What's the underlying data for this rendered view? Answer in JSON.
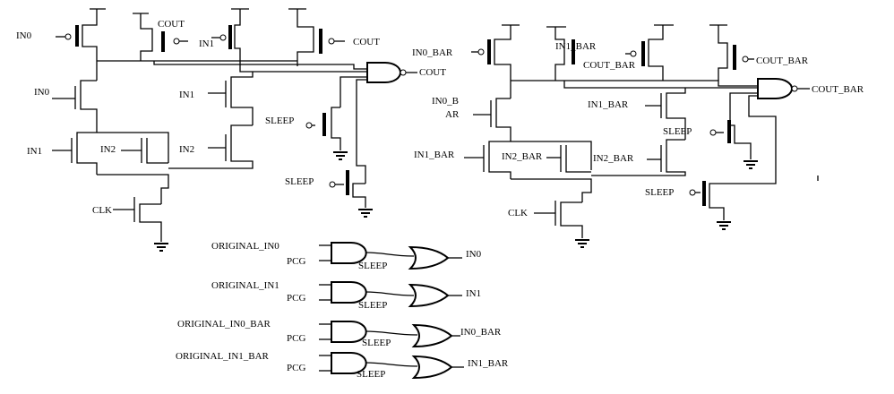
{
  "left_circuit": {
    "in0_top": "IN0",
    "cout_top_a": "COUT",
    "in1_top": "IN1",
    "cout_top_b": "COUT",
    "nand_out": "COUT",
    "in0_mid": "IN0",
    "in1_mid": "IN1",
    "in1_low": "IN1",
    "in2_left": "IN2",
    "in2_right": "IN2",
    "sleep_a": "SLEEP",
    "sleep_b": "SLEEP",
    "clk": "CLK"
  },
  "right_circuit": {
    "in0bar_top": "IN0_BAR",
    "in1bar_top": "IN1_BAR",
    "coutbar_top_a": "COUT_BAR",
    "coutbar_top_b": "COUT_BAR",
    "nand_out": "COUT_BAR",
    "in0bar_mid_1": "IN0_B",
    "in0bar_mid_2": "AR",
    "in1bar_mid": "IN1_BAR",
    "in1bar_low": "IN1_BAR",
    "in2bar_left": "IN2_BAR",
    "in2bar_right": "IN2_BAR",
    "sleep_a": "SLEEP",
    "sleep_b": "SLEEP",
    "clk": "CLK"
  },
  "gating_rows": [
    {
      "input": "ORIGINAL_IN0",
      "pcg": "PCG",
      "sleep": "SLEEP",
      "output": "IN0"
    },
    {
      "input": "ORIGINAL_IN1",
      "pcg": "PCG",
      "sleep": "SLEEP",
      "output": "IN1"
    },
    {
      "input": "ORIGINAL_IN0_BAR",
      "pcg": "PCG",
      "sleep": "SLEEP",
      "output": "IN0_BAR"
    },
    {
      "input": "ORIGINAL_IN1_BAR",
      "pcg": "PCG",
      "sleep": "SLEEP",
      "output": "IN1_BAR"
    }
  ]
}
